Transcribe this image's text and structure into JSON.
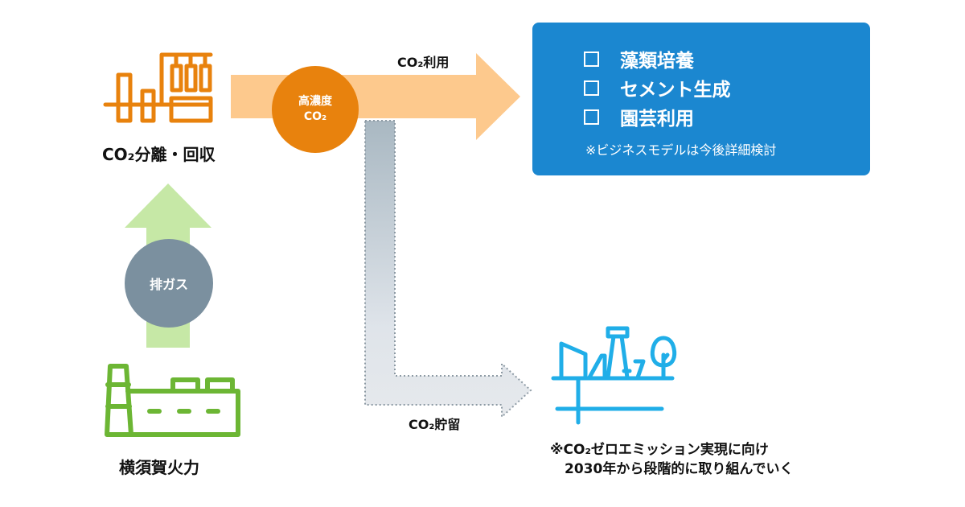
{
  "colors": {
    "orange": "#e8820d",
    "orange_light": "#fdc98d",
    "green": "#6cb634",
    "green_light": "#c6e8a6",
    "gray_circle": "#7b909f",
    "blue_box": "#1b87d0",
    "blue_icon": "#20aee8"
  },
  "nodes": {
    "capture": {
      "label": "CO₂分離・回収",
      "icon": "separation-plant-icon"
    },
    "plant": {
      "label": "横須賀火力",
      "icon": "power-plant-icon"
    },
    "exhaust": {
      "label": "排ガス"
    },
    "high_conc": {
      "line1": "高濃度",
      "line2": "CO₂"
    },
    "storage_site": {
      "icon": "storage-site-icon"
    }
  },
  "arrows": {
    "utilization": "CO₂利用",
    "storage": "CO₂貯留"
  },
  "utilization_box": {
    "items": [
      "藻類培養",
      "セメント生成",
      "園芸利用"
    ],
    "note": "※ビジネスモデルは今後詳細検討"
  },
  "storage_note": {
    "line1": "※CO₂ゼロエミッション実現に向け",
    "line2": "2030年から段階的に取り組んでいく"
  }
}
